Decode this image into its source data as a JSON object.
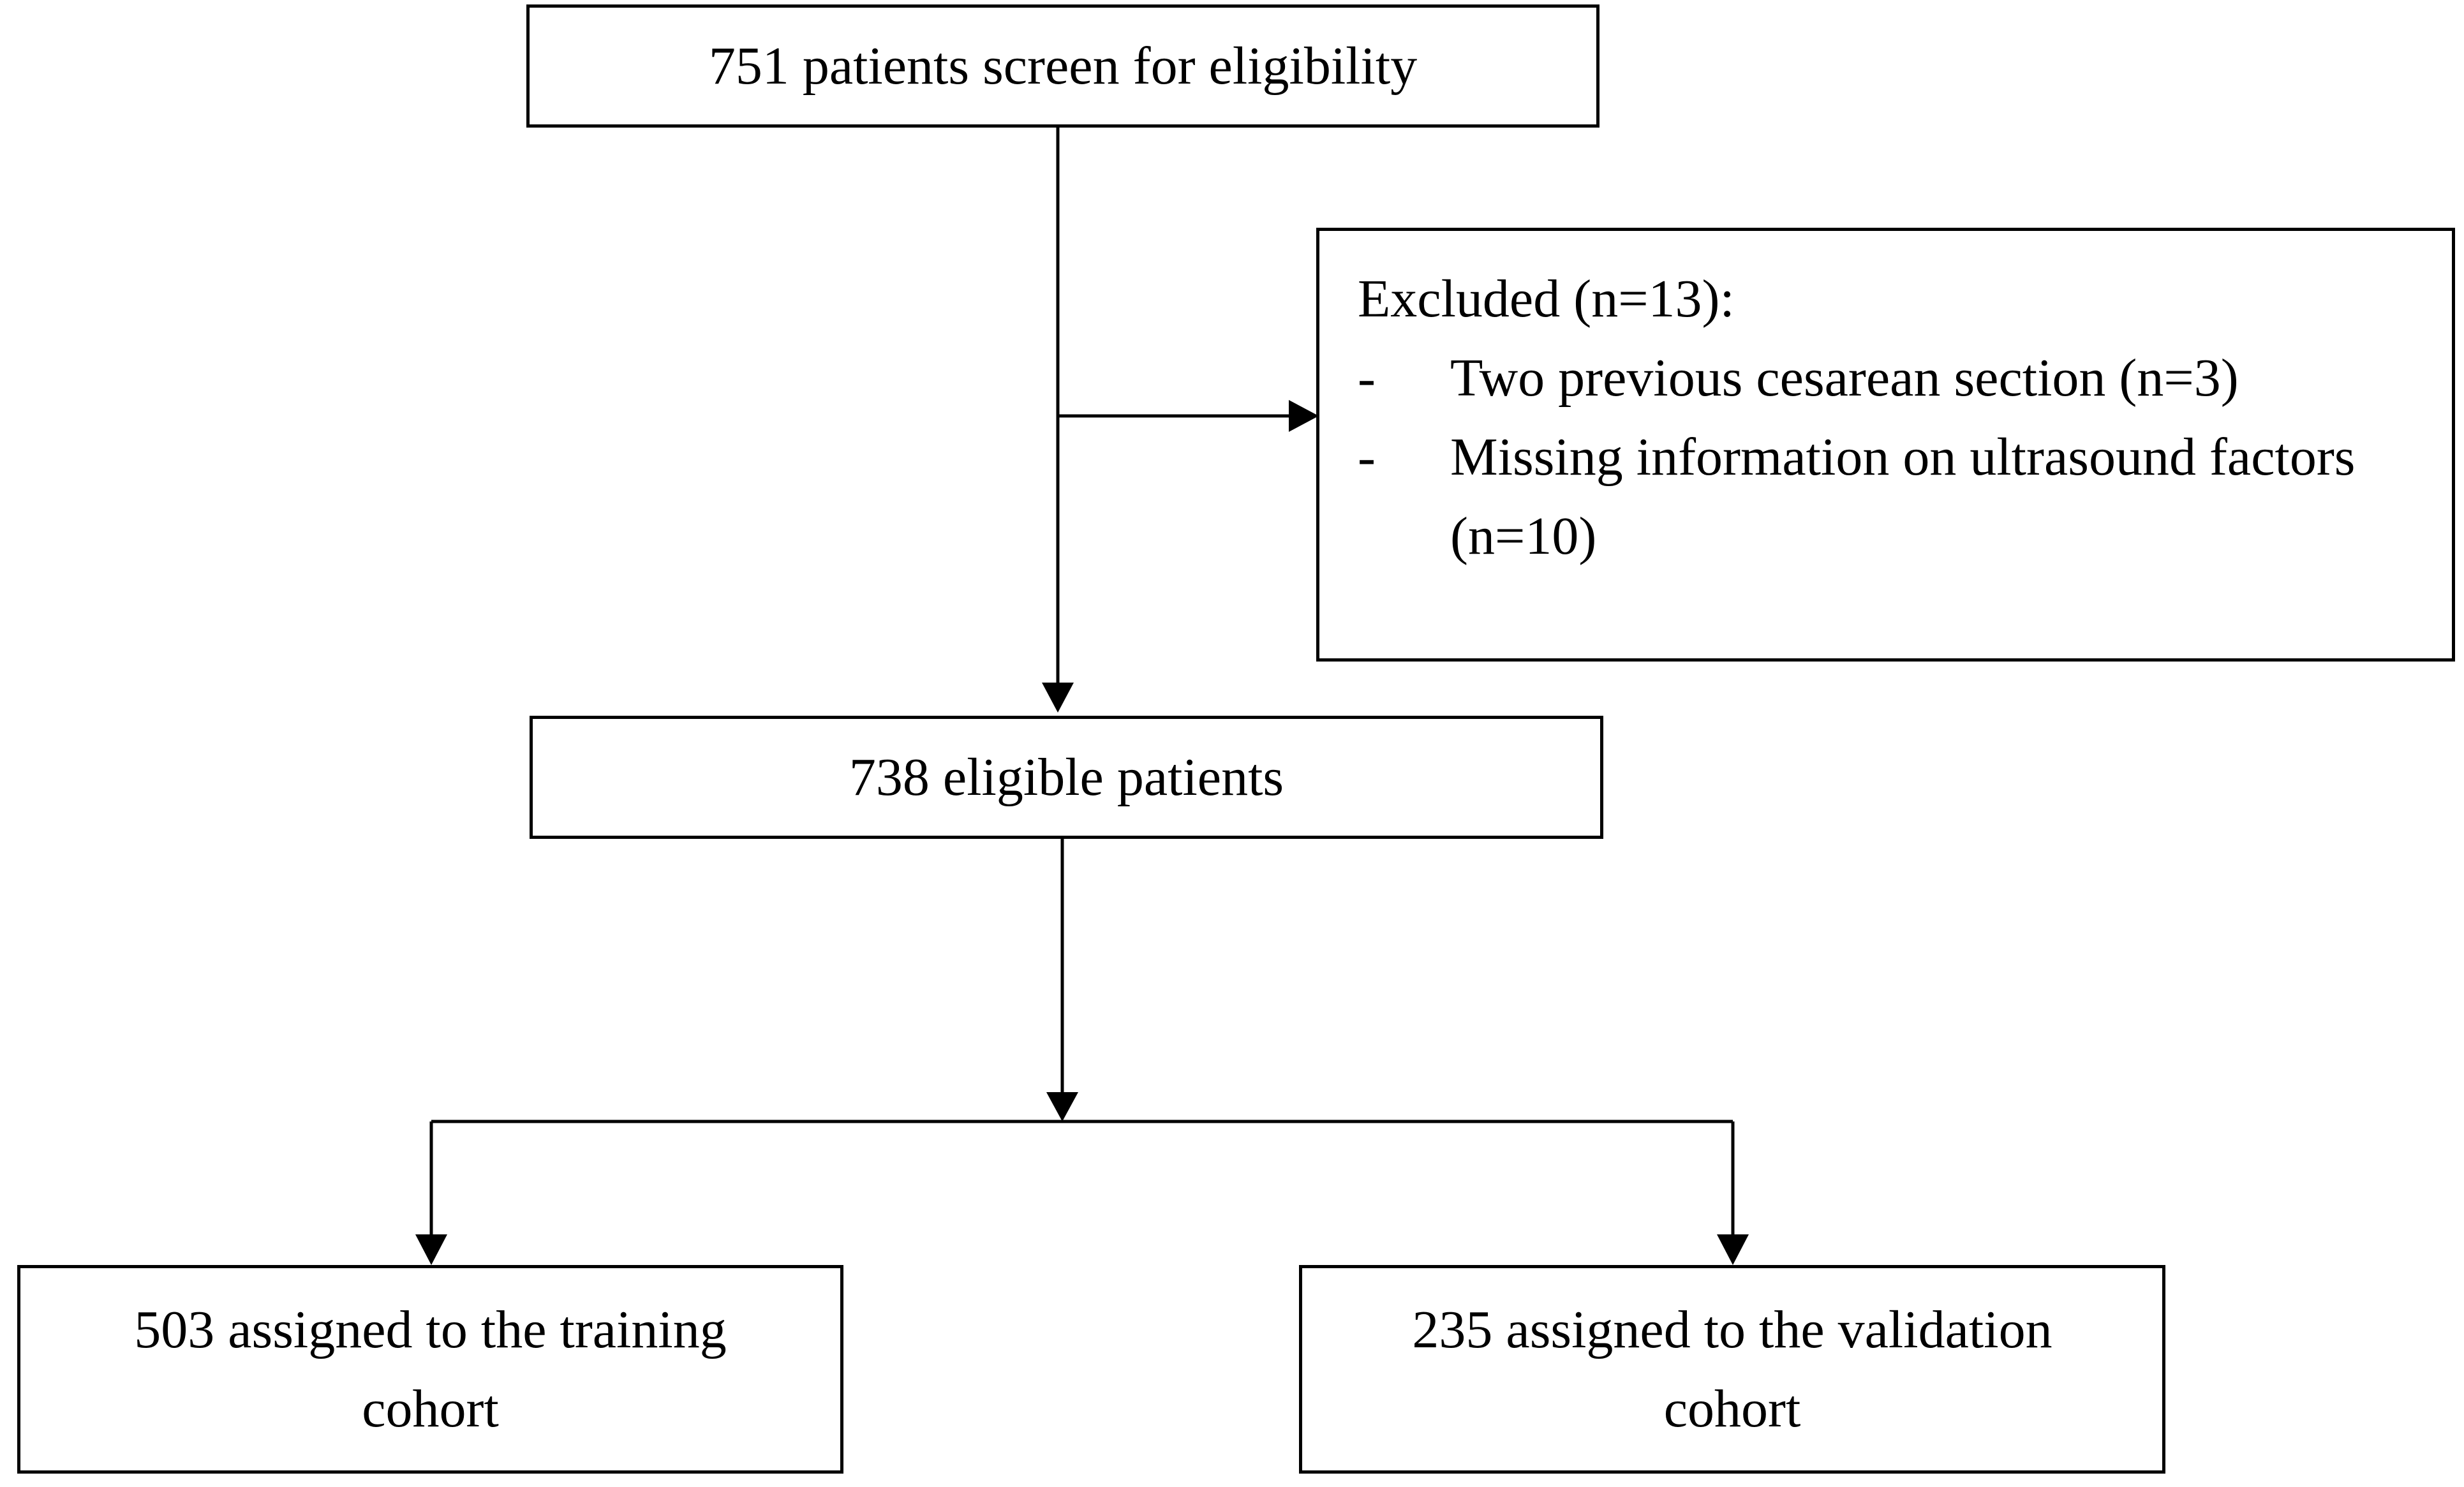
{
  "screening": {
    "text": "751 patients screen for eligibility"
  },
  "excluded": {
    "title": "Excluded (n=13):",
    "items": [
      {
        "bullet": "-",
        "text": "Two previous cesarean section (n=3)"
      },
      {
        "bullet": "-",
        "text": "Missing information on ultrasound factors (n=10)"
      }
    ]
  },
  "eligible": {
    "text": "738 eligible patients"
  },
  "training": {
    "line1": "503 assigned to the training",
    "line2": "cohort"
  },
  "validation": {
    "line1": "235 assigned to the validation",
    "line2": "cohort"
  }
}
